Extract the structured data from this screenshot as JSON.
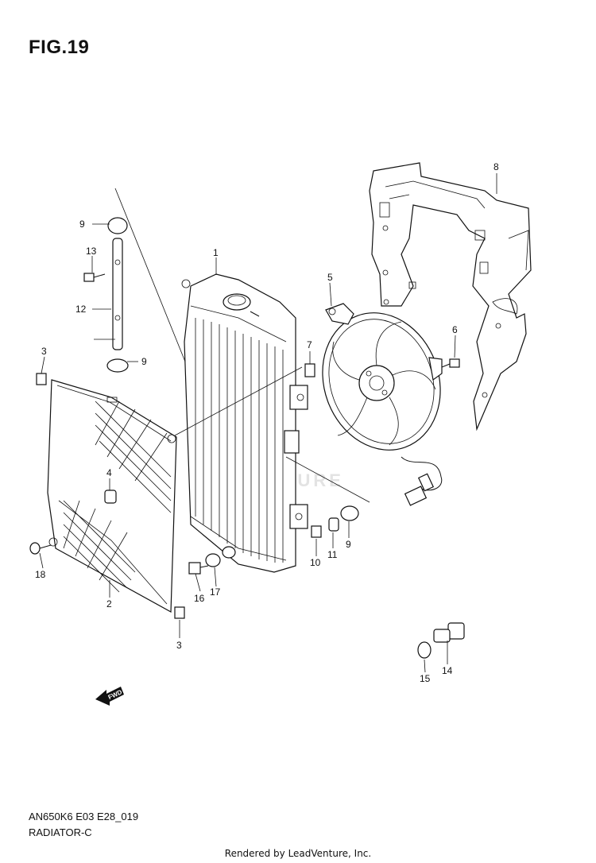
{
  "figure": {
    "title": "FIG.19",
    "model_code": "AN650K6 E03 E28_019",
    "name": "RADIATOR-C",
    "rendered_by": "Rendered by LeadVenture, Inc.",
    "watermark": "ADVENTURE",
    "fwd_label": "FWD"
  },
  "callouts": {
    "c1": "1",
    "c2": "2",
    "c3a": "3",
    "c3b": "3",
    "c4": "4",
    "c5": "5",
    "c6": "6",
    "c7": "7",
    "c8": "8",
    "c9a": "9",
    "c9b": "9",
    "c9c": "9",
    "c10": "10",
    "c11": "11",
    "c12": "12",
    "c13": "13",
    "c14": "14",
    "c15": "15",
    "c16": "16",
    "c17": "17",
    "c18": "18"
  }
}
